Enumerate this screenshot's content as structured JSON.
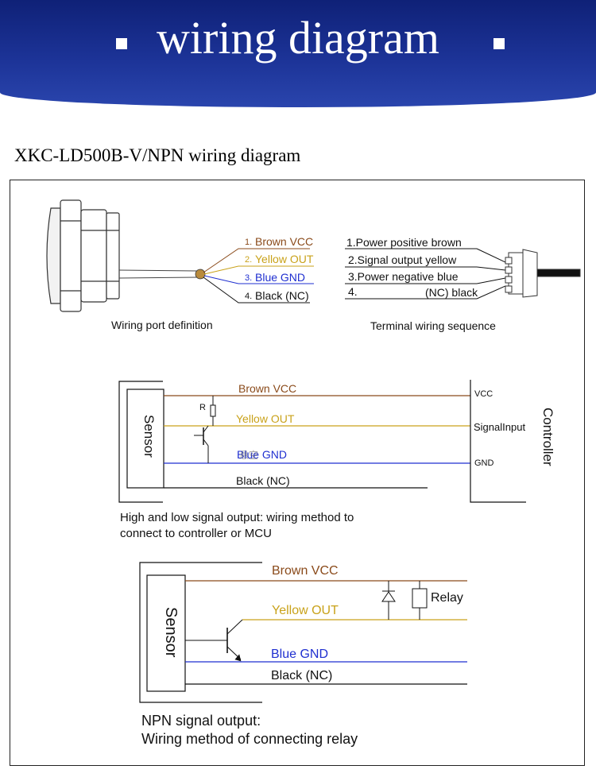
{
  "header": {
    "title": "wiring diagram",
    "bg_color": "#1c3397"
  },
  "subtitle": "XKC-LD500B-V/NPN wiring diagram",
  "top_section": {
    "wires": [
      "Brown VCC",
      "Yellow OUT",
      "Blue GND",
      "Black (NC)"
    ],
    "wire_nums": [
      "1.",
      "2.",
      "3.",
      "4."
    ],
    "terminal": [
      "1.Power positive brown",
      "2.Signal output yellow",
      "3.Power negative blue",
      "4."
    ],
    "terminal4_extra": "(NC) black",
    "caption_left": "Wiring port definition",
    "caption_right": "Terminal wiring sequence"
  },
  "middle_section": {
    "sensor": "Sensor",
    "controller": "Controller",
    "resistor": "R",
    "wires": [
      "Brown VCC",
      "Yellow OUT",
      "Blue GND",
      "Black (NC)"
    ],
    "overlay_text": "悬空",
    "right_labels": [
      "VCC",
      "SignalInput",
      "GND"
    ],
    "caption": [
      "High and low signal output: wiring method to",
      "connect to controller or MCU"
    ]
  },
  "bottom_section": {
    "sensor": "Sensor",
    "relay": "Relay",
    "wires": [
      "Brown VCC",
      "Yellow OUT",
      "Blue GND",
      "Black (NC)"
    ],
    "caption": [
      "NPN signal output:",
      "Wiring method of connecting relay"
    ]
  },
  "colors": {
    "brown": "#8a4a1a",
    "yellow": "#c9a21a",
    "blue": "#1f2fd0",
    "black": "#111111"
  }
}
